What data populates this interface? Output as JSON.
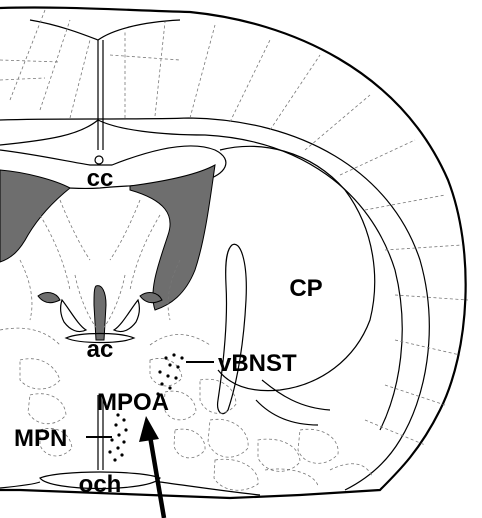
{
  "figure": {
    "labels": {
      "cc": "cc",
      "cp": "CP",
      "ac": "ac",
      "vbnst": "vBNST",
      "mpoa": "MPOA",
      "mpn": "MPN",
      "och": "och"
    },
    "colors": {
      "ink": "#000000",
      "ventricle": "#6e6e6e",
      "region_dash": "#777777",
      "background": "#ffffff"
    }
  }
}
